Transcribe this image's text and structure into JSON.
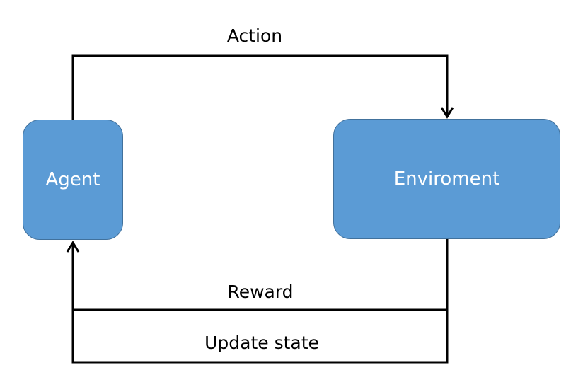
{
  "nodes": {
    "agent": "Agent",
    "environment": "Enviroment"
  },
  "edges": {
    "action": "Action",
    "reward": "Reward",
    "update_state": "Update state"
  },
  "colors": {
    "node_fill": "#5b9bd5",
    "node_border": "#41719c",
    "line": "#000000"
  }
}
